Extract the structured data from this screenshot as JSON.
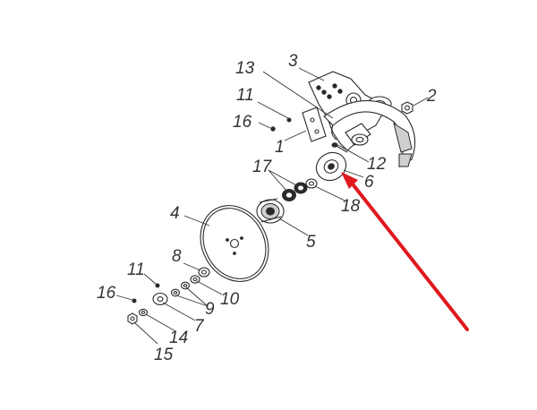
{
  "diagram": {
    "callouts": [
      {
        "id": "c1",
        "text": "1"
      },
      {
        "id": "c2",
        "text": "2"
      },
      {
        "id": "c3",
        "text": "3"
      },
      {
        "id": "c4",
        "text": "4"
      },
      {
        "id": "c5",
        "text": "5"
      },
      {
        "id": "c6",
        "text": "6"
      },
      {
        "id": "c7",
        "text": "7"
      },
      {
        "id": "c8",
        "text": "8"
      },
      {
        "id": "c9",
        "text": "9"
      },
      {
        "id": "c10",
        "text": "10"
      },
      {
        "id": "c11a",
        "text": "11"
      },
      {
        "id": "c11b",
        "text": "11"
      },
      {
        "id": "c12",
        "text": "12"
      },
      {
        "id": "c13",
        "text": "13"
      },
      {
        "id": "c14",
        "text": "14"
      },
      {
        "id": "c15",
        "text": "15"
      },
      {
        "id": "c16a",
        "text": "16"
      },
      {
        "id": "c16b",
        "text": "16"
      },
      {
        "id": "c17",
        "text": "17"
      },
      {
        "id": "c18",
        "text": "18"
      }
    ],
    "highlight_arrow_color": "#e0191f",
    "line_color": "#2a2a2a"
  }
}
